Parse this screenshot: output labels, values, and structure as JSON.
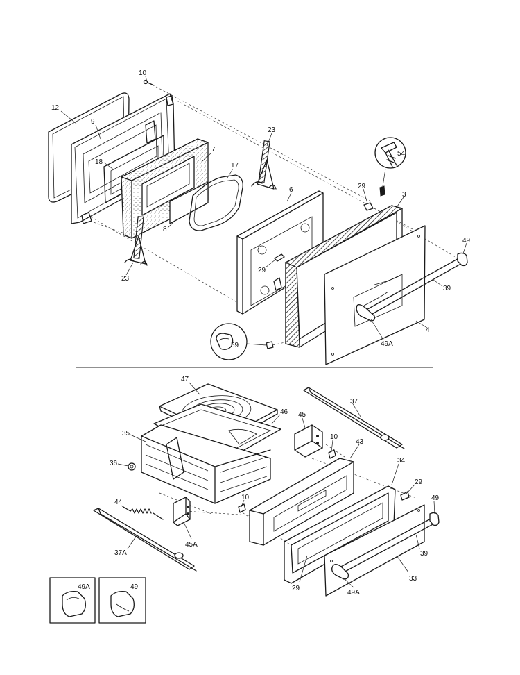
{
  "callouts": {
    "c10a": "10",
    "c12": "12",
    "c9": "9",
    "c18": "18",
    "c7": "7",
    "c17": "17",
    "c8": "8",
    "c23a": "23",
    "c23b": "23",
    "c6": "6",
    "c29a": "29",
    "c29b": "29",
    "c3": "3",
    "c54": "54",
    "c49a": "49",
    "c39a": "39",
    "c4": "4",
    "c49A_a": "49A",
    "c59": "59",
    "c47": "47",
    "c46": "46",
    "c35": "35",
    "c36": "36",
    "c45": "45",
    "c10b": "10",
    "c43": "43",
    "c37": "37",
    "c34": "34",
    "c29c": "29",
    "c49b": "49",
    "c44": "44",
    "c10c": "10",
    "c45A": "45A",
    "c37A": "37A",
    "c39b": "39",
    "c33": "33",
    "c29d": "29",
    "c49A_b": "49A"
  },
  "insets": {
    "left_label": "49A",
    "right_label": "49"
  }
}
